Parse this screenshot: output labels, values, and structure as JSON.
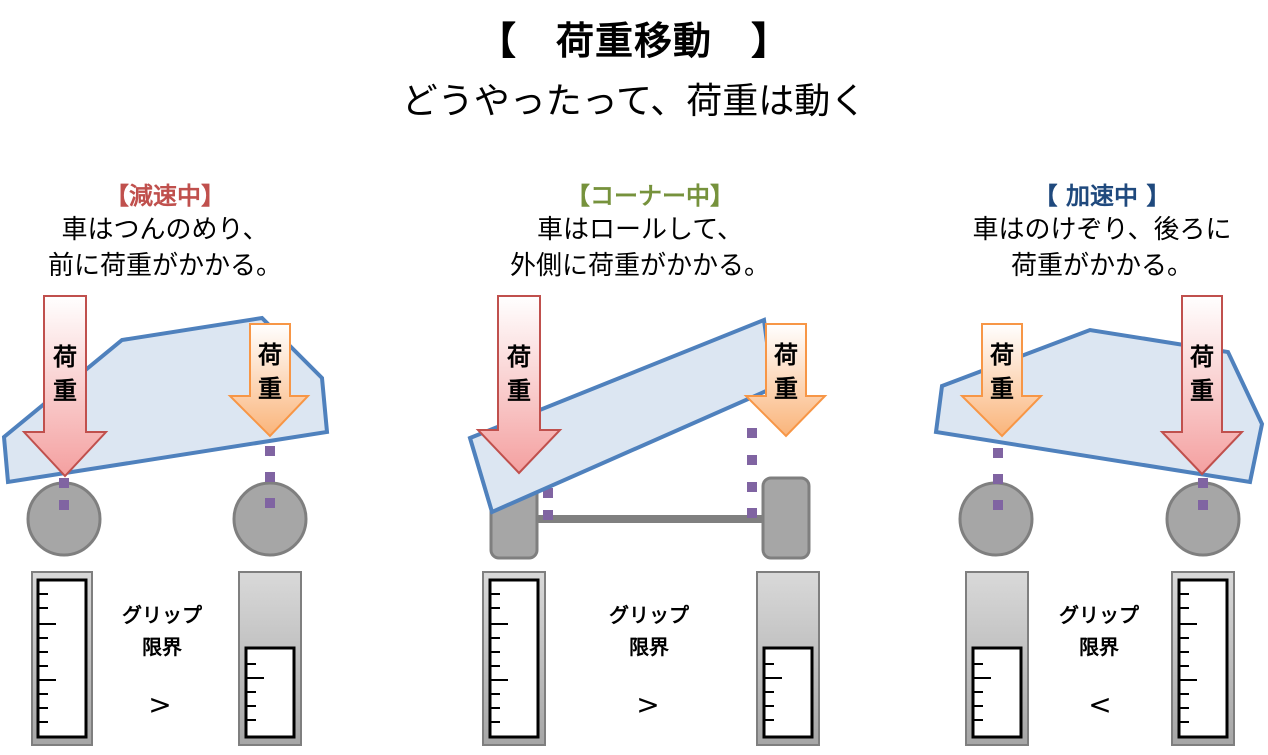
{
  "header": {
    "title": "【　荷重移動　】",
    "subtitle": "どうやったって、荷重は動く"
  },
  "panels": [
    {
      "title": "【減速中】",
      "title_color": "#c0504d",
      "desc_line1": "車はつんのめり、",
      "desc_line2": "前に荷重がかかる。",
      "arrow_large": "荷重",
      "arrow_small": "荷重",
      "grip_label_1": "グリップ",
      "grip_label_2": "限界",
      "comparison": ">"
    },
    {
      "title": "【コーナー中】",
      "title_color": "#76923c",
      "desc_line1": "車はロールして、",
      "desc_line2": "外側に荷重がかかる。",
      "arrow_large": "荷重",
      "arrow_small": "荷重",
      "grip_label_1": "グリップ",
      "grip_label_2": "限界",
      "comparison": ">"
    },
    {
      "title": "【 加速中 】",
      "title_color": "#1f497d",
      "desc_line1": "車はのけぞり、後ろに",
      "desc_line2": "荷重がかかる。",
      "arrow_large": "荷重",
      "arrow_small": "荷重",
      "grip_label_1": "グリップ",
      "grip_label_2": "限界",
      "comparison": "<"
    }
  ],
  "colors": {
    "body_fill": "#dce6f2",
    "body_stroke": "#4f81bd",
    "dots": "#8064a2",
    "wheel": "#a6a6a6",
    "arrow_red": "#f4a6a6",
    "arrow_orange": "#fac090"
  }
}
